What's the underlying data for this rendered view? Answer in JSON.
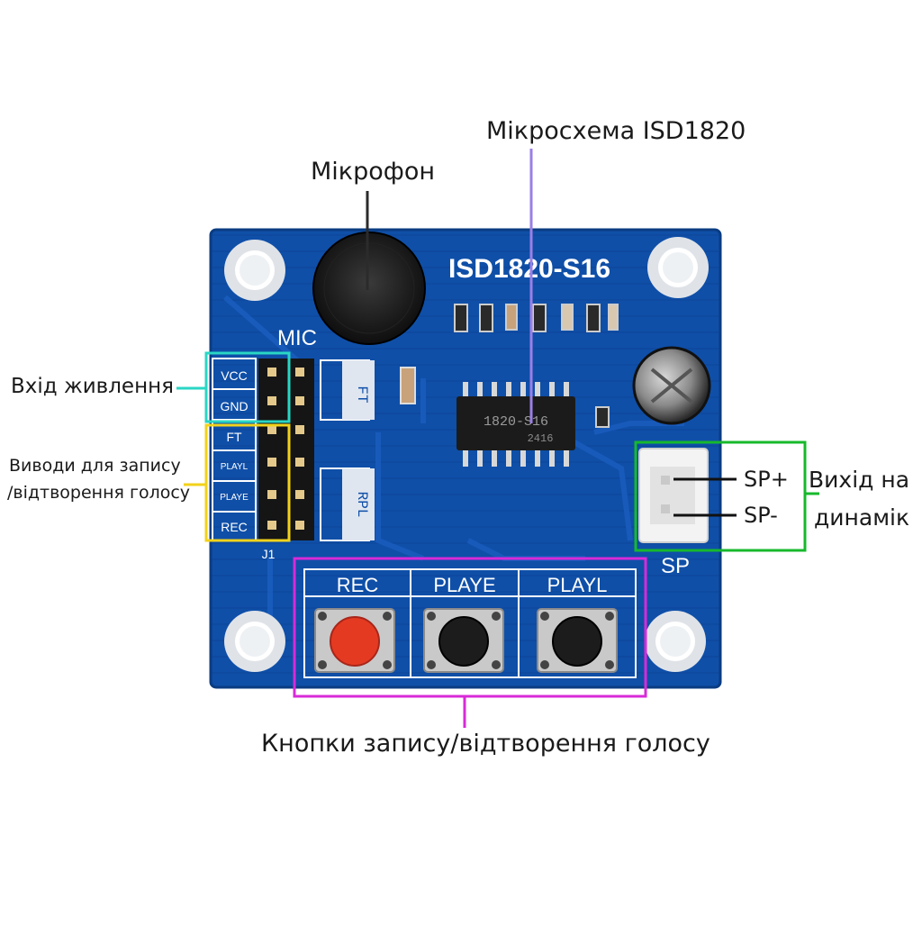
{
  "annotations": {
    "chip_label": "Мікросхема ISD1820",
    "mic_label": "Мікрофон",
    "power_label": "Вхід живлення",
    "pins_label_line1": "Виводи для запису",
    "pins_label_line2": "/відтворення голосу",
    "speaker_label_line1": "Вихід на",
    "speaker_label_line2": "динамік",
    "sp_plus": "SP+",
    "sp_minus": "SP-",
    "buttons_label": "Кнопки запису/відтворення голосу"
  },
  "board": {
    "title": "ISD1820-S16",
    "mic_silk": "MIC",
    "chip_marking_line1": "1820-S16",
    "chip_marking_line2": "2416",
    "pins": [
      "VCC",
      "GND",
      "FT",
      "PLAYL",
      "PLAYE",
      "REC"
    ],
    "header_ref": "J1",
    "ft_silk": "FT",
    "rpl_silk": "RPL",
    "sp_silk": "SP",
    "buttons": [
      "REC",
      "PLAYE",
      "PLAYL"
    ]
  },
  "colors": {
    "board_blue": "#0f4fa8",
    "chip_line": "#9b7fe6",
    "mic_line": "#2b2b2b",
    "power_box": "#29d6c4",
    "pins_box": "#f2d21b",
    "speaker_box": "#17b82c",
    "buttons_box": "#d82ad8",
    "rec_button": "#e53a22"
  }
}
